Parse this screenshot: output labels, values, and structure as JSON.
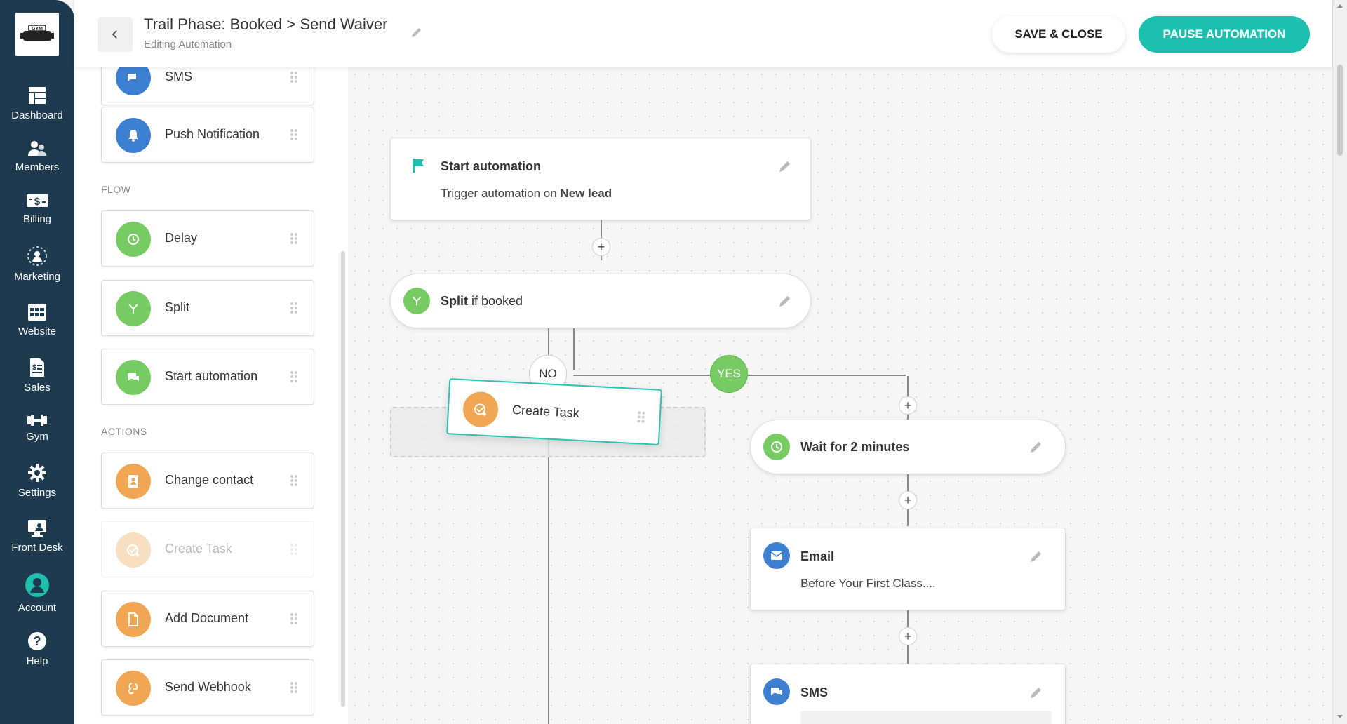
{
  "header": {
    "title": "Trail Phase: Booked > Send Waiver",
    "subtitle": "Editing Automation",
    "save_label": "SAVE & CLOSE",
    "pause_label": "PAUSE AUTOMATION"
  },
  "nav": {
    "logo_text": "GYM",
    "items": [
      {
        "label": "Dashboard",
        "icon": "dashboard-icon"
      },
      {
        "label": "Members",
        "icon": "members-icon"
      },
      {
        "label": "Billing",
        "icon": "billing-icon"
      },
      {
        "label": "Marketing",
        "icon": "marketing-icon"
      },
      {
        "label": "Website",
        "icon": "website-icon"
      },
      {
        "label": "Sales",
        "icon": "sales-icon"
      },
      {
        "label": "Gym",
        "icon": "dumbbell-icon"
      },
      {
        "label": "Settings",
        "icon": "gear-icon"
      },
      {
        "label": "Front Desk",
        "icon": "front-desk-icon"
      },
      {
        "label": "Account",
        "icon": "account-icon"
      },
      {
        "label": "Help",
        "icon": "help-icon"
      }
    ]
  },
  "palette": {
    "top_partial": {
      "label": "SMS",
      "icon": "chat-icon"
    },
    "push": {
      "label": "Push Notification",
      "icon": "bell-icon"
    },
    "flow_section": "FLOW",
    "flow_items": [
      {
        "label": "Delay",
        "icon": "clock-icon"
      },
      {
        "label": "Split",
        "icon": "split-icon"
      },
      {
        "label": "Start automation",
        "icon": "chat-icon"
      }
    ],
    "actions_section": "ACTIONS",
    "action_items": [
      {
        "label": "Change contact",
        "icon": "contact-icon"
      },
      {
        "label": "Create Task",
        "icon": "task-icon"
      },
      {
        "label": "Add Document",
        "icon": "document-icon"
      },
      {
        "label": "Send Webhook",
        "icon": "webhook-icon"
      }
    ]
  },
  "canvas": {
    "start": {
      "title": "Start automation",
      "sub_prefix": "Trigger automation on ",
      "sub_bold": "New lead"
    },
    "split": {
      "title_bold": "Split",
      "title_rest": " if booked"
    },
    "no_label": "NO",
    "yes_label": "YES",
    "dragging": {
      "label": "Create Task"
    },
    "wait": {
      "title": "Wait for 2 minutes"
    },
    "email": {
      "title": "Email",
      "sub": "Before Your First Class...."
    },
    "sms": {
      "title": "SMS"
    }
  },
  "colors": {
    "teal": "#1dbfae",
    "nav_bg": "#1d3a4f",
    "blue": "#3d7fd1",
    "green": "#77cb63",
    "orange": "#f0a652"
  }
}
